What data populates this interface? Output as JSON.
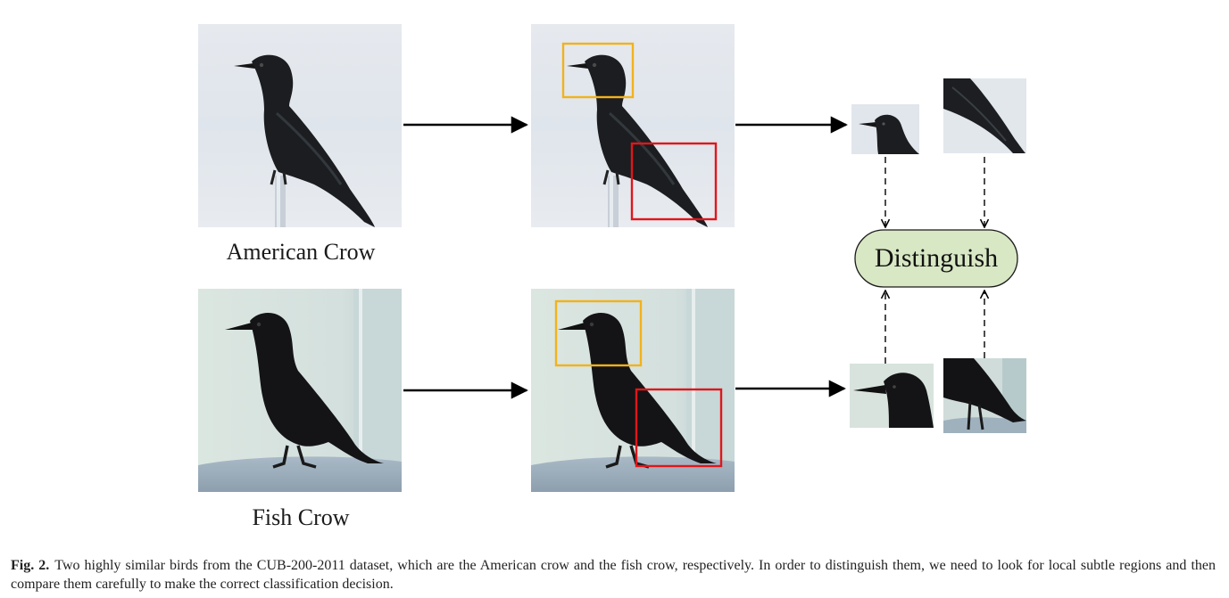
{
  "figure": {
    "labels": {
      "american_crow": "American Crow",
      "fish_crow": "Fish Crow",
      "distinguish": "Distinguish"
    },
    "colors": {
      "head_box": "#f2b21c",
      "tail_box": "#e0161b",
      "distinguish_fill": "#d8e7c4",
      "arrow": "#000000"
    }
  },
  "caption": {
    "label": "Fig. 2.",
    "text": "Two highly similar birds from the CUB-200-2011 dataset, which are the American crow and the fish crow, respectively. In order to distinguish them, we need to look for local subtle regions and then compare them carefully to make the correct classification decision."
  }
}
